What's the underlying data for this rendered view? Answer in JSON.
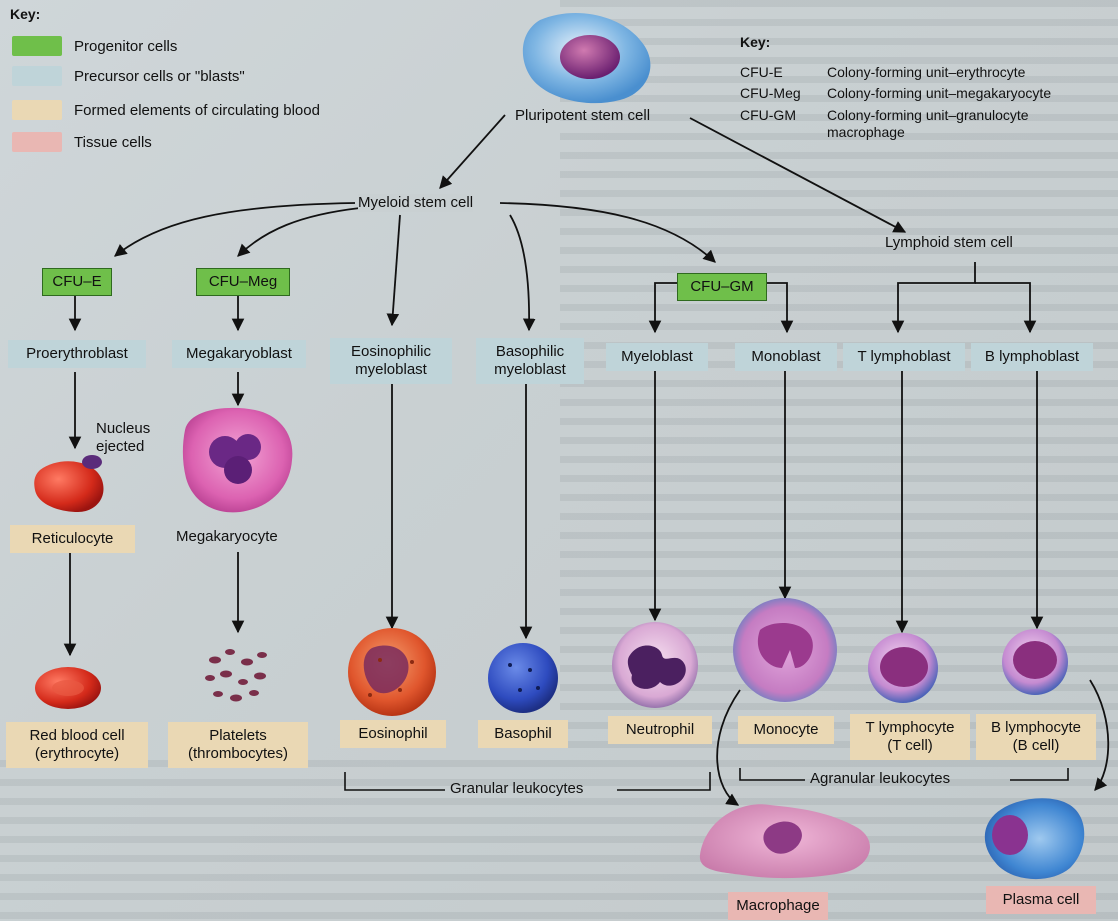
{
  "key_left": {
    "title": "Key:",
    "items": [
      {
        "label": "Progenitor cells",
        "color": "#6fbf4a"
      },
      {
        "label": "Precursor cells or \"blasts\"",
        "color": "#bfd4d9"
      },
      {
        "label": "Formed elements of circulating blood",
        "color": "#ead8b4"
      },
      {
        "label": "Tissue cells",
        "color": "#e9b7b3"
      }
    ]
  },
  "key_right": {
    "title": "Key:",
    "items": [
      {
        "abbr": "CFU-E",
        "meaning": "Colony-forming unit–erythrocyte"
      },
      {
        "abbr": "CFU-Meg",
        "meaning": "Colony-forming unit–megakaryocyte"
      },
      {
        "abbr": "CFU-GM",
        "meaning": "Colony-forming unit–granulocyte",
        "meaning2": "macrophage"
      }
    ]
  },
  "stem": {
    "pluripotent": "Pluripotent stem cell",
    "myeloid": "Myeloid stem cell",
    "lymphoid": "Lymphoid stem cell"
  },
  "progenitors": {
    "cfu_e": "CFU–E",
    "cfu_meg": "CFU–Meg",
    "cfu_gm": "CFU–GM"
  },
  "precursors": {
    "proerythroblast": "Proerythroblast",
    "megakaryoblast": "Megakaryoblast",
    "eosinophilic": [
      "Eosinophilic",
      "myeloblast"
    ],
    "basophilic": [
      "Basophilic",
      "myeloblast"
    ],
    "myeloblast": "Myeloblast",
    "monoblast": "Monoblast",
    "t_lymphoblast": "T lymphoblast",
    "b_lymphoblast": "B lymphoblast"
  },
  "intermediate": {
    "nucleus_ejected": [
      "Nucleus",
      "ejected"
    ],
    "reticulocyte": "Reticulocyte",
    "megakaryocyte": "Megakaryocyte"
  },
  "formed": {
    "rbc": [
      "Red blood cell",
      "(erythrocyte)"
    ],
    "platelets": [
      "Platelets",
      "(thrombocytes)"
    ],
    "eosinophil": "Eosinophil",
    "basophil": "Basophil",
    "neutrophil": "Neutrophil",
    "monocyte": "Monocyte",
    "t_lymphocyte": [
      "T lymphocyte",
      "(T cell)"
    ],
    "b_lymphocyte": [
      "B lymphocyte",
      "(B cell)"
    ]
  },
  "groups": {
    "granular": "Granular leukocytes",
    "agranular": "Agranular leukocytes"
  },
  "tissue": {
    "macrophage": "Macrophage",
    "plasma": "Plasma cell"
  }
}
